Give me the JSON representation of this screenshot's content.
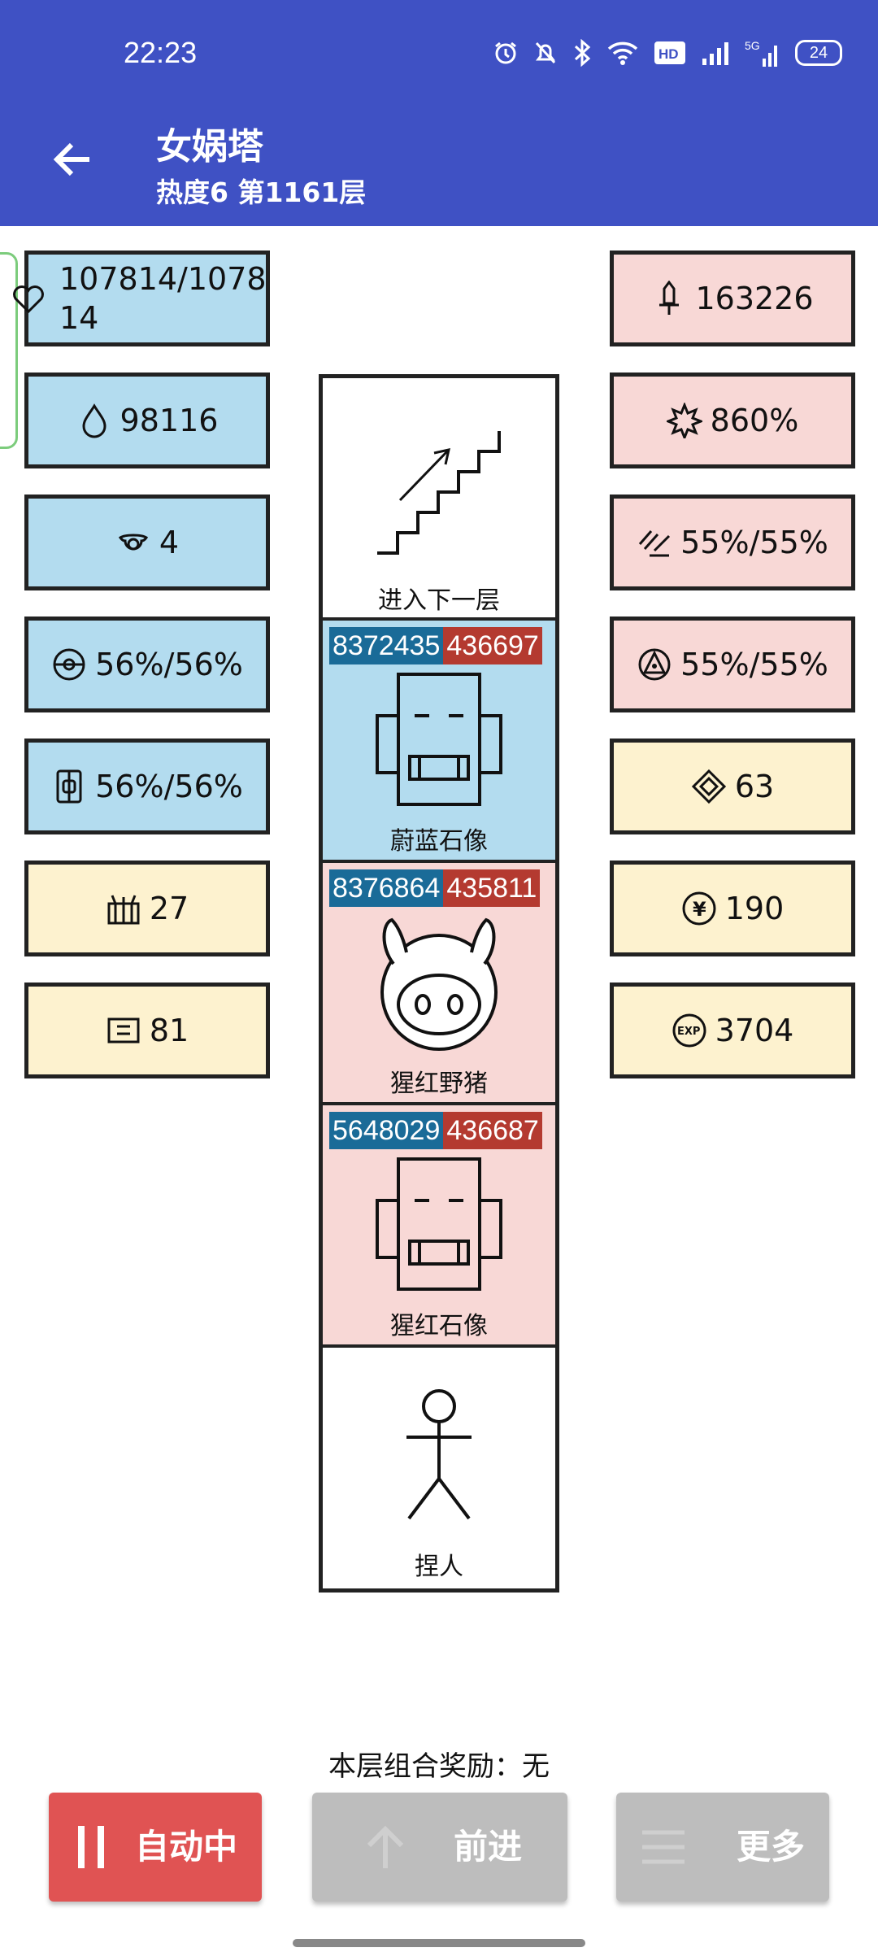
{
  "status_bar": {
    "time": "22:23",
    "battery": "24"
  },
  "header": {
    "title": "女娲塔",
    "subtitle": "热度6 第1161层"
  },
  "left_stats": [
    {
      "icon": "heart-icon",
      "value": "107814/107814"
    },
    {
      "icon": "water-drop-icon",
      "value": "98116"
    },
    {
      "icon": "helmet-icon",
      "value": "4"
    },
    {
      "icon": "shield-icon",
      "value": "56%/56%"
    },
    {
      "icon": "armor-icon",
      "value": "56%/56%"
    },
    {
      "icon": "treasure-chest-icon",
      "value": "27"
    },
    {
      "icon": "scroll-icon",
      "value": "81"
    }
  ],
  "right_stats": [
    {
      "icon": "sword-icon",
      "value": "163226"
    },
    {
      "icon": "burst-icon",
      "value": "860%"
    },
    {
      "icon": "slash-icon",
      "value": "55%/55%"
    },
    {
      "icon": "triangle-icon",
      "value": "55%/55%"
    },
    {
      "icon": "gem-icon",
      "value": "63"
    },
    {
      "icon": "coin-icon",
      "value": "190"
    },
    {
      "icon": "exp-icon",
      "value": "3704"
    }
  ],
  "tower": [
    {
      "type": "stairs",
      "label": "进入下一层"
    },
    {
      "type": "enemy",
      "label": "蔚蓝石像",
      "hp": "8372435",
      "atk": "436697",
      "color": "#b3dcef"
    },
    {
      "type": "enemy",
      "label": "猩红野猪",
      "hp": "8376864",
      "atk": "435811",
      "color": "#f8d8d6"
    },
    {
      "type": "enemy",
      "label": "猩红石像",
      "hp": "5648029",
      "atk": "436687",
      "color": "#f8d8d6"
    },
    {
      "type": "player",
      "label": "捏人"
    }
  ],
  "reward_text": "本层组合奖励：无",
  "buttons": {
    "auto": "自动中",
    "forward": "前进",
    "more": "更多"
  }
}
